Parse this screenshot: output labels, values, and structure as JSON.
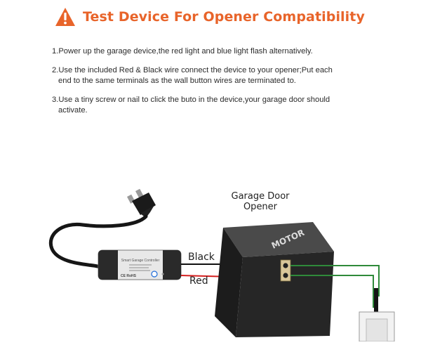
{
  "header": {
    "icon": "warning-triangle-icon",
    "title": "Test Device For Opener Compatibility",
    "color": "#e8642a"
  },
  "steps": [
    {
      "line1": "1.Power up the garage device,the red light and blue light flash alternatively.",
      "line2": ""
    },
    {
      "line1": "2.Use the included Red & Black wire connect the device to your opener;Put each",
      "line2": "end to the same terminals as the wall button wires are terminated to."
    },
    {
      "line1": "3.Use a tiny screw or nail to click the buto in the device,your garage door should",
      "line2": "activate."
    }
  ],
  "diagram": {
    "opener_label_1": "Garage Door",
    "opener_label_2": "Opener",
    "motor_text": "MOTOR",
    "black_wire_label": "Black",
    "red_wire_label": "Red",
    "device_title": "Smart Garage Controller",
    "device_cert": "CE RoHS",
    "wire_colors": {
      "black": "#111111",
      "red": "#d42020",
      "green": "#2f8a3a"
    }
  }
}
